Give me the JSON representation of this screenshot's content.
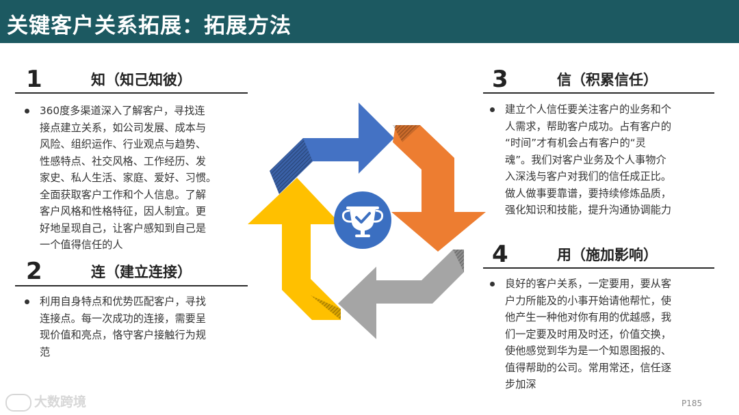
{
  "header": {
    "title": "关键客户关系拓展：拓展方法"
  },
  "sections": [
    {
      "number": "1",
      "heading": "知（知己知彼）",
      "lines": [
        "360度多渠道深入了解客户，寻找连",
        "接点建立关系，如公司发展、成本与",
        "风险、组织运作、行业观点与趋势、",
        "性感特点、社交风格、工作经历、发",
        "家史、私人生活、家庭、爱好、习惯。",
        "全面获取客户工作和个人信息。了解",
        "客户风格和性格特征，因人制宜。更",
        "好地呈现自己，让客户感知到自己是",
        "一个值得信任的人"
      ]
    },
    {
      "number": "2",
      "heading": "连（建立连接）",
      "lines": [
        "利用自身特点和优势匹配客户，寻找",
        "连接点。每一次成功的连接，需要呈",
        "现价值和亮点，恪守客户接触行为规",
        "范"
      ]
    },
    {
      "number": "3",
      "heading": "信（积累信任）",
      "lines": [
        "建立个人信任要关注客户的业务和个",
        "人需求，帮助客户成功。占有客户的",
        "“时间”才有机会占有客户的“灵",
        "魂”。我们对客户业务及个人事物介",
        "入深浅与客户对我们的信任成正比。",
        "做人做事要靠谱，要持续修炼品质，",
        "强化知识和技能，提升沟通协调能力"
      ]
    },
    {
      "number": "4",
      "heading": "用（施加影响）",
      "lines": [
        "良好的客户关系，一定要用，要从客",
        "户力所能及的小事开始请他帮忙，使",
        "他产生一种他对你有用的优越感，我",
        "们一定要及时用及时还，价值交换，",
        "使他感觉到华为是一个知恩图报的、",
        "值得帮助的公司。常用常还，信任逐",
        "步加深"
      ]
    }
  ],
  "colors": {
    "title_bar": "#1c5961",
    "arrow_blue": "#4472c4",
    "arrow_orange": "#ed7d31",
    "arrow_gray": "#a5a5a5",
    "arrow_yellow": "#ffc000",
    "center_circle": "#3b6fc1"
  },
  "icons": {
    "center": "trophy-check-icon",
    "watermark": "brand-logo-icon"
  },
  "footer": {
    "watermark_text": "大数跨境",
    "page_number": "P185"
  }
}
